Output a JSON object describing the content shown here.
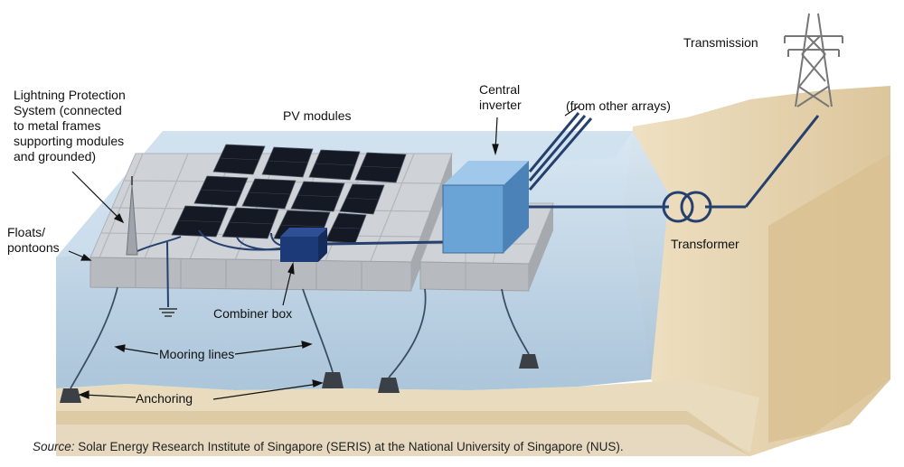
{
  "labels": {
    "lightning": [
      "Lightning Protection",
      "System (connected",
      "to metal frames",
      "supporting modules",
      "and grounded)"
    ],
    "pv_modules": "PV modules",
    "central_inverter": [
      "Central",
      "inverter"
    ],
    "from_other_arrays": "(from other arrays)",
    "transmission": "Transmission",
    "floats": [
      "Floats/",
      "pontoons"
    ],
    "transformer": "Transformer",
    "combiner_box": "Combiner box",
    "mooring_lines": "Mooring lines",
    "anchoring": "Anchoring"
  },
  "source": {
    "prefix": "Source:",
    "text": " Solar Energy Research Institute of Singapore (SERIS) at the National University of Singapore (NUS)."
  },
  "colors": {
    "water": "#bcd3e6",
    "water_deep": "#a9c3d8",
    "land": "#ead9b8",
    "land_dark": "#d8c397",
    "pontoon": "#c9ccd0",
    "panel": "#151a24",
    "cable": "#26406e",
    "inverter": "#6aa3d6",
    "combiner": "#1d3a78"
  }
}
